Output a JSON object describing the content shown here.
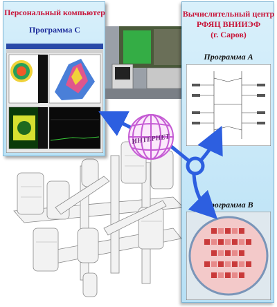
{
  "pc_panel": {
    "title": "Персональный компьютер",
    "program": "Программа С"
  },
  "center_panel": {
    "title_line1": "Вычислительный центр",
    "title_line2": "РФЯЦ ВНИИЭФ",
    "title_line3": "(г. Саров)",
    "program_a": "Программа А",
    "program_b": "Программа В"
  },
  "network": {
    "label": "ИНТЕРНЕТ"
  },
  "colors": {
    "title_red": "#c8163a",
    "program_blue": "#1b2a9a",
    "arrow_blue": "#2d5fe0",
    "panel_bg": "#c6e8f8"
  }
}
